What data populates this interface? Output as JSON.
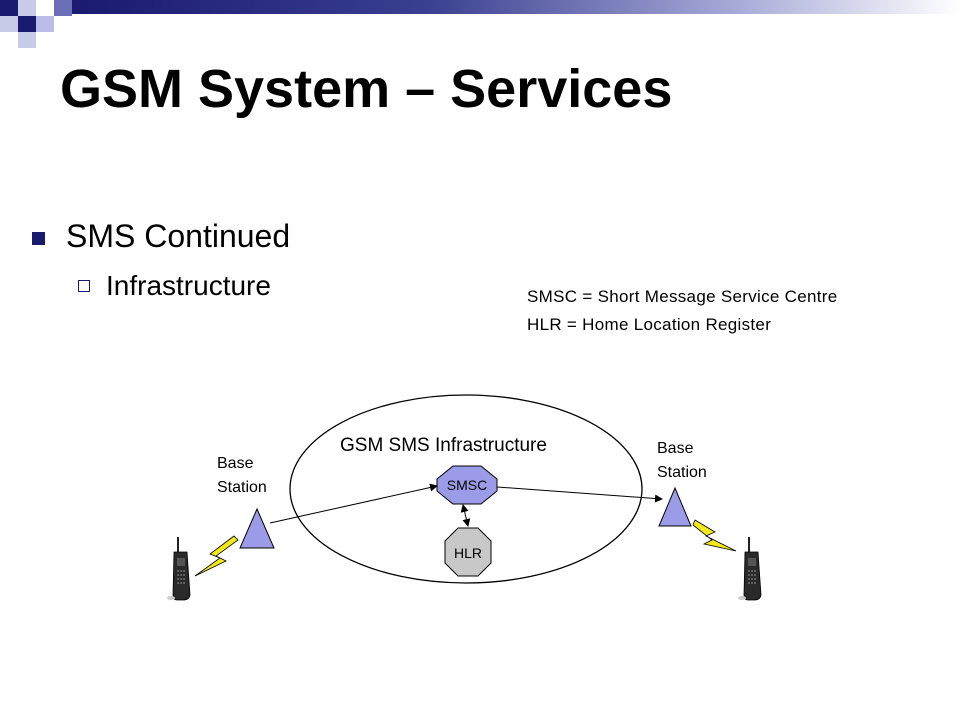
{
  "slide": {
    "title": "GSM System – Services",
    "bullet_level1": "SMS Continued",
    "bullet_level2": "Infrastructure"
  },
  "definitions": {
    "smsc": "SMSC = Short Message Service Centre",
    "hlr": "HLR = Home Location Register"
  },
  "diagram": {
    "infrastructure_label": "GSM SMS Infrastructure",
    "smsc_label": "SMSC",
    "hlr_label": "HLR",
    "base_station_left": [
      "Base",
      "Station"
    ],
    "base_station_right": [
      "Base",
      "Station"
    ]
  },
  "colors": {
    "accent_navy": "#1a1a6e",
    "accent_light": "#b8bce6",
    "node_fill": "#9b9be8",
    "hlr_fill": "#c8c8c8",
    "lightning": "#f2e81a"
  }
}
